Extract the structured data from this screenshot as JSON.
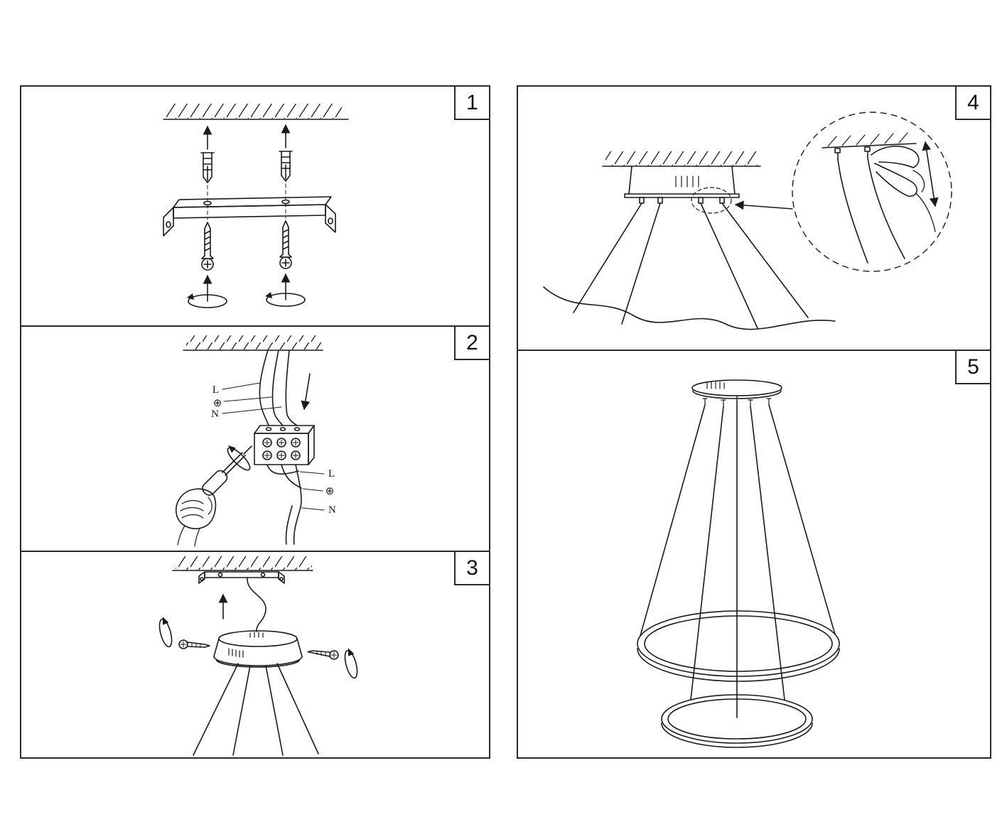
{
  "steps": [
    {
      "number": "1"
    },
    {
      "number": "2"
    },
    {
      "number": "3"
    },
    {
      "number": "4"
    },
    {
      "number": "5"
    }
  ],
  "wiring_labels": {
    "live": "L",
    "earth": "⊕",
    "neutral": "N"
  },
  "colors": {
    "line": "#1a1a1a",
    "panel_border": "#2a2a2a",
    "background": "#ffffff"
  }
}
